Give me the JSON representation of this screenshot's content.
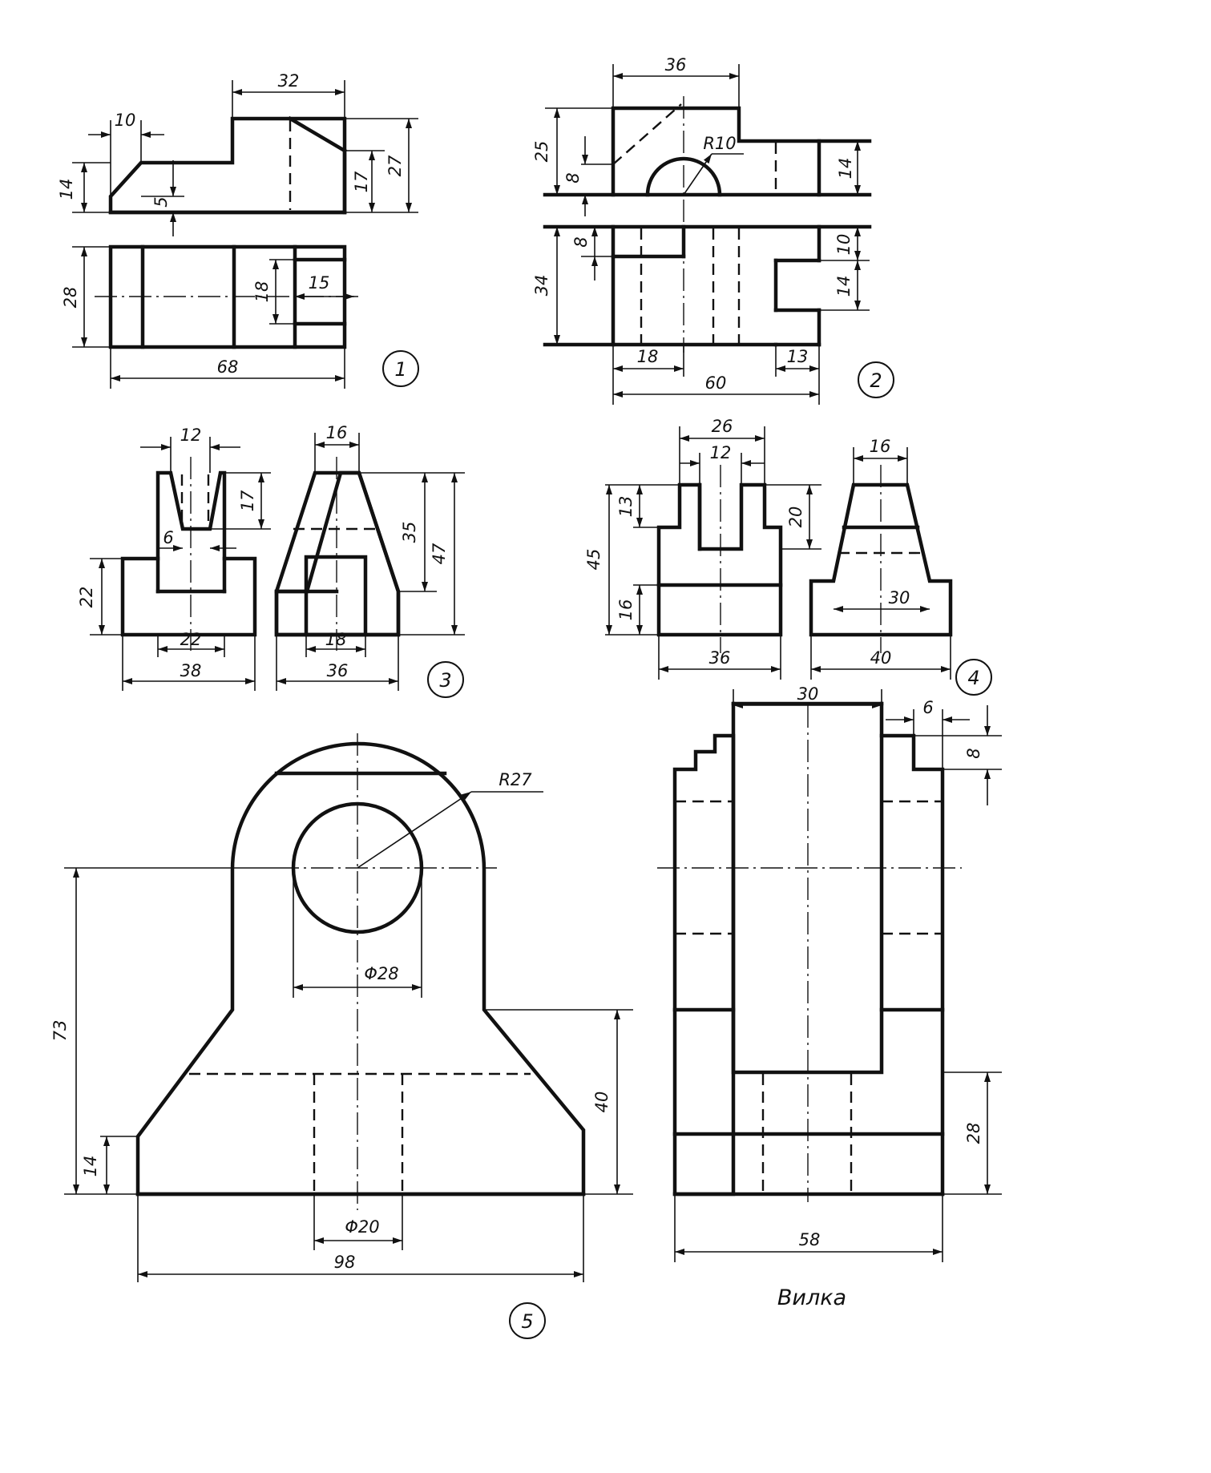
{
  "figures": [
    {
      "number": "1",
      "dims": {
        "top_width": "32",
        "chamfer": "10",
        "left_height": "14",
        "step": "5",
        "mid_height": "17",
        "total_height": "27",
        "plan_depth": "28",
        "slot_width": "18",
        "slot_depth": "15",
        "length": "68"
      }
    },
    {
      "number": "2",
      "dims": {
        "top_width": "36",
        "front_height": "25",
        "small_depth": "8",
        "radius": "R10",
        "right_height": "14",
        "plan_depth2": "8",
        "plan_height": "34",
        "right_top": "10",
        "right_slot": "14",
        "left_width": "18",
        "right_width": "13",
        "length": "60"
      }
    },
    {
      "number": "3",
      "dims": {
        "top_width": "12",
        "slot_height": "17",
        "slot_bottom": "6",
        "base_height": "22",
        "inner_width": "22",
        "width": "38",
        "side_top": "16",
        "side_height1": "35",
        "side_height2": "47",
        "side_slot": "18",
        "side_width": "36"
      }
    },
    {
      "number": "4",
      "dims": {
        "outer_width": "26",
        "inner_width": "12",
        "top_step": "13",
        "total_height": "45",
        "slot_height": "20",
        "base_height": "16",
        "width": "36",
        "side_top": "16",
        "side_inner": "30",
        "side_width": "40"
      }
    },
    {
      "number": "5",
      "dims": {
        "radius": "R27",
        "hole": "Φ28",
        "height": "73",
        "base_step": "14",
        "side_height": "40",
        "bore": "Φ20",
        "width": "98",
        "top_width": "30",
        "notch_width": "6",
        "notch_height": "8",
        "base_height": "28",
        "side_width": "58"
      }
    }
  ],
  "caption": "Вилка"
}
